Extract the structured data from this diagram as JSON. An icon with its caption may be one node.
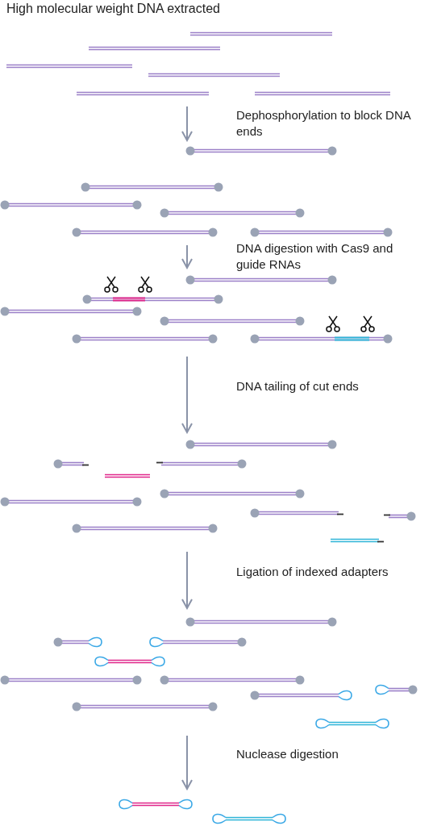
{
  "diagram": {
    "title": "High molecular weight DNA extracted",
    "nodes": [
      {
        "text": [],
        "shape": "picture"
      },
      {
        "text": [],
        "shape": "picture"
      },
      {
        "text": [],
        "shape": "picture"
      },
      {
        "text": [],
        "shape": "picture"
      },
      {
        "text": [],
        "shape": "picture"
      },
      {
        "text": [],
        "shape": "picture"
      }
    ],
    "edges": [
      {
        "from": 0,
        "to": 1,
        "arrow": "to",
        "label": "Dephosphorylation to block DNA ends"
      },
      {
        "from": 1,
        "to": 2,
        "arrow": "to",
        "label": "DNA digestion with Cas9 and guide RNAs"
      },
      {
        "from": 2,
        "to": 3,
        "arrow": "to",
        "label": "DNA tailing of cut ends"
      },
      {
        "from": 3,
        "to": 4,
        "arrow": "to",
        "label": "Ligation of indexed adapters"
      },
      {
        "from": 4,
        "to": 5,
        "arrow": "to",
        "label": "Nuclease digestion"
      }
    ]
  }
}
